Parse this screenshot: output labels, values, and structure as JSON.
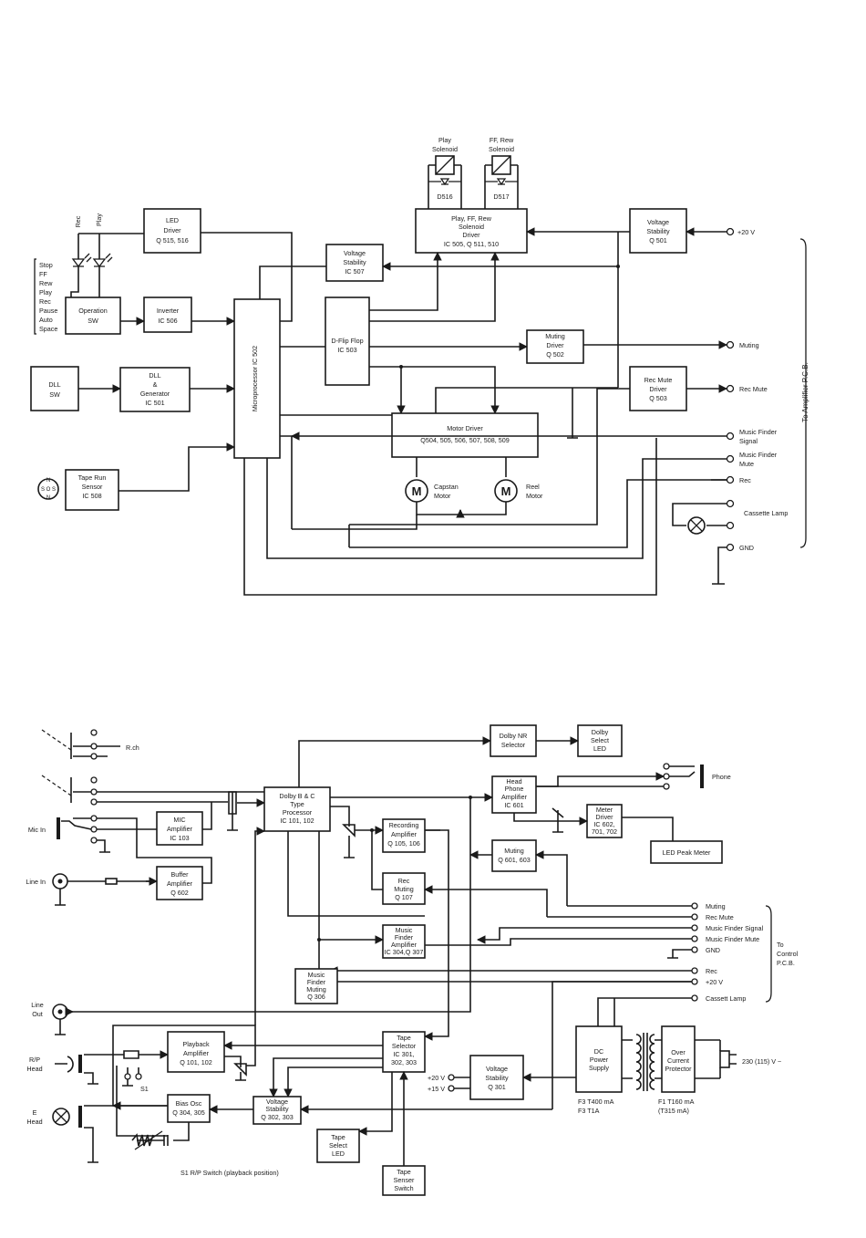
{
  "top": {
    "led_driver": [
      "LED",
      "Driver",
      "Q 515, 516"
    ],
    "play_solenoid": [
      "Play",
      "Solenoid"
    ],
    "ff_rew_solenoid": [
      "FF, Rew",
      "Solenoid"
    ],
    "d516": "D516",
    "d517": "D517",
    "solenoid_driver": [
      "Play, FF, Rew",
      "Solenoid",
      "Driver",
      "IC 505, Q 511, 510"
    ],
    "voltage_stability_q501": [
      "Voltage",
      "Stability",
      "Q 501"
    ],
    "plus20v": "+20 V",
    "rec_label": "Rec",
    "play_label": "Play",
    "functions": [
      "Stop",
      "FF",
      "Rew",
      "Play",
      "Rec",
      "Pause",
      "Auto",
      "Space"
    ],
    "operation_sw": [
      "Operation",
      "SW"
    ],
    "inverter": [
      "Inverter",
      "IC 506"
    ],
    "voltage_stability_ic507": [
      "Voltage",
      "Stability",
      "IC 507"
    ],
    "microprocessor": "Microprocessor IC 502",
    "dflipflop": [
      "D-Flip Flop",
      "IC 503"
    ],
    "muting_driver": [
      "Muting",
      "Driver",
      "Q 502"
    ],
    "muting_out": "Muting",
    "dll_sw": [
      "DLL",
      "SW"
    ],
    "dll_generator": [
      "DLL",
      "&",
      "Generator",
      "IC 501"
    ],
    "rec_mute_driver": [
      "Rec Mute",
      "Driver",
      "Q 503"
    ],
    "rec_mute_out": "Rec Mute",
    "motor_driver": [
      "Motor Driver",
      "Q504, 505, 506, 507, 508, 509"
    ],
    "music_finder_signal": [
      "Music Finder",
      "Signal"
    ],
    "music_finder_mute": [
      "Music Finder",
      "Mute"
    ],
    "rec_out": "Rec",
    "tape_run_sensor": [
      "Tape Run",
      "Sensor",
      "IC 508"
    ],
    "sensor_glyph": [
      "N",
      "S",
      "O",
      "S",
      "N"
    ],
    "capstan_motor": [
      "Capstan",
      "Motor"
    ],
    "reel_motor": [
      "Reel",
      "Motor"
    ],
    "motor_glyph": "M",
    "cassette_lamp": "Cassette Lamp",
    "gnd": "GND",
    "to_amplifier": "To Amplifier P.C.B."
  },
  "bottom": {
    "rch": "R.ch",
    "dolby_nr_selector": [
      "Dolby NR",
      "Selector"
    ],
    "dolby_select_led": [
      "Dolby",
      "Select",
      "LED"
    ],
    "phone": "Phone",
    "head_phone_amp": [
      "Head",
      "Phone",
      "Amplifier",
      "IC 601"
    ],
    "meter_driver": [
      "Meter",
      "Driver",
      "IC 602,",
      "701, 702"
    ],
    "led_peak_meter": "LED Peak Meter",
    "mic_in": "Mic In",
    "mic_amp": [
      "MIC",
      "Amplifier",
      "IC 103"
    ],
    "dolby_processor": [
      "Dolby B & C",
      "Type",
      "Processor",
      "IC 101, 102"
    ],
    "recording_amp": [
      "Recording",
      "Amplifier",
      "Q 105, 106"
    ],
    "muting_q601": [
      "Muting",
      "Q 601, 603"
    ],
    "line_in": "Line In",
    "buffer_amp": [
      "Buffer",
      "Amplifier",
      "Q 602"
    ],
    "rec_muting": [
      "Rec",
      "Muting",
      "Q 107"
    ],
    "right_inputs": [
      "Muting",
      "Rec Mute",
      "Music Finder Signal",
      "Music Finder Mute",
      "GND",
      "Rec",
      "+20 V",
      "Cassett Lamp"
    ],
    "to_control": [
      "To",
      "Control",
      "P.C.B."
    ],
    "music_finder_amp": [
      "Music",
      "Finder",
      "Amplifier",
      "IC 304,Q 307"
    ],
    "music_finder_muting": [
      "Music",
      "Finder",
      "Muting",
      "Q 306"
    ],
    "line_out": [
      "Line",
      "Out"
    ],
    "rp_head": [
      "R/P",
      "Head"
    ],
    "playback_amp": [
      "Playback",
      "Amplifier",
      "Q 101, 102"
    ],
    "tape_selector": [
      "Tape",
      "Selector",
      "IC 301,",
      "302, 303"
    ],
    "dc_power_supply": [
      "DC",
      "Power",
      "Supply"
    ],
    "over_current": [
      "Over",
      "Current",
      "Protector"
    ],
    "mains": "230 (115) V ~",
    "s1": "S1",
    "plus20_out": "+20 V",
    "plus15_out": "+15 V",
    "voltage_stability_q301": [
      "Voltage",
      "Stability",
      "Q 301"
    ],
    "fuse_f3": [
      "F3 T400 mA",
      "F3 T1A"
    ],
    "fuse_f1": [
      "F1 T160 mA",
      "(T315 mA)"
    ],
    "e_head": [
      "E",
      "Head"
    ],
    "bias_osc": [
      "Bias Osc",
      "Q 304, 305"
    ],
    "voltage_stability_q302": [
      "Voltage",
      "Stability",
      "Q 302, 303"
    ],
    "tape_select_led": [
      "Tape",
      "Select",
      "LED"
    ],
    "tape_senser_switch": [
      "Tape",
      "Senser",
      "Switch"
    ],
    "s1_caption": "S1 R/P Switch (playback position)"
  }
}
